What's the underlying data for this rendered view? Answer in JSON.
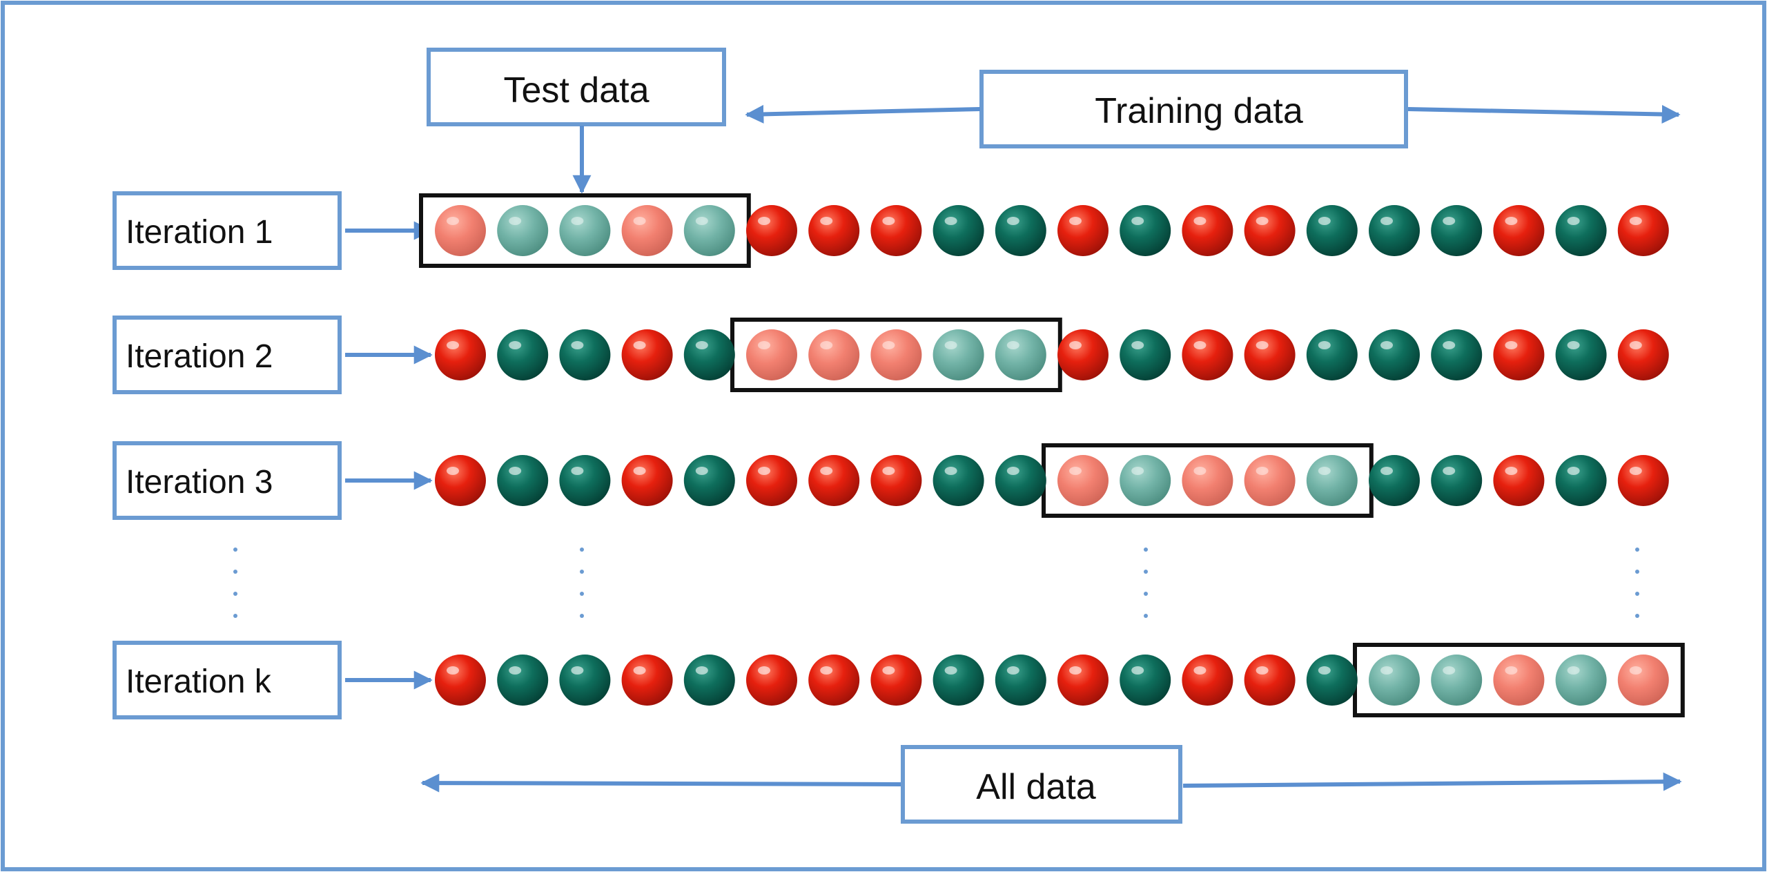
{
  "labels": {
    "test_data": "Test data",
    "training_data": "Training data",
    "all_data": "All data"
  },
  "iterations": [
    {
      "label": "Iteration 1",
      "test_fold": 0
    },
    {
      "label": "Iteration 2",
      "test_fold": 1
    },
    {
      "label": "Iteration 3",
      "test_fold": 2
    },
    {
      "label": "Iteration k",
      "test_fold": 3
    }
  ],
  "samples": [
    "red",
    "teal",
    "teal",
    "red",
    "teal",
    "red",
    "red",
    "red",
    "teal",
    "teal",
    "red",
    "teal",
    "red",
    "red",
    "teal",
    "teal",
    "teal",
    "red",
    "teal",
    "red"
  ],
  "colors": {
    "frame": "#6b9bd2",
    "arrow": "#5b8fd0",
    "fold_box": "#111111",
    "red": "#e02010",
    "red_light": "#f08070",
    "teal": "#0e6e5c",
    "teal_light": "#6fb0a5",
    "dots": "#6b9bd2"
  }
}
